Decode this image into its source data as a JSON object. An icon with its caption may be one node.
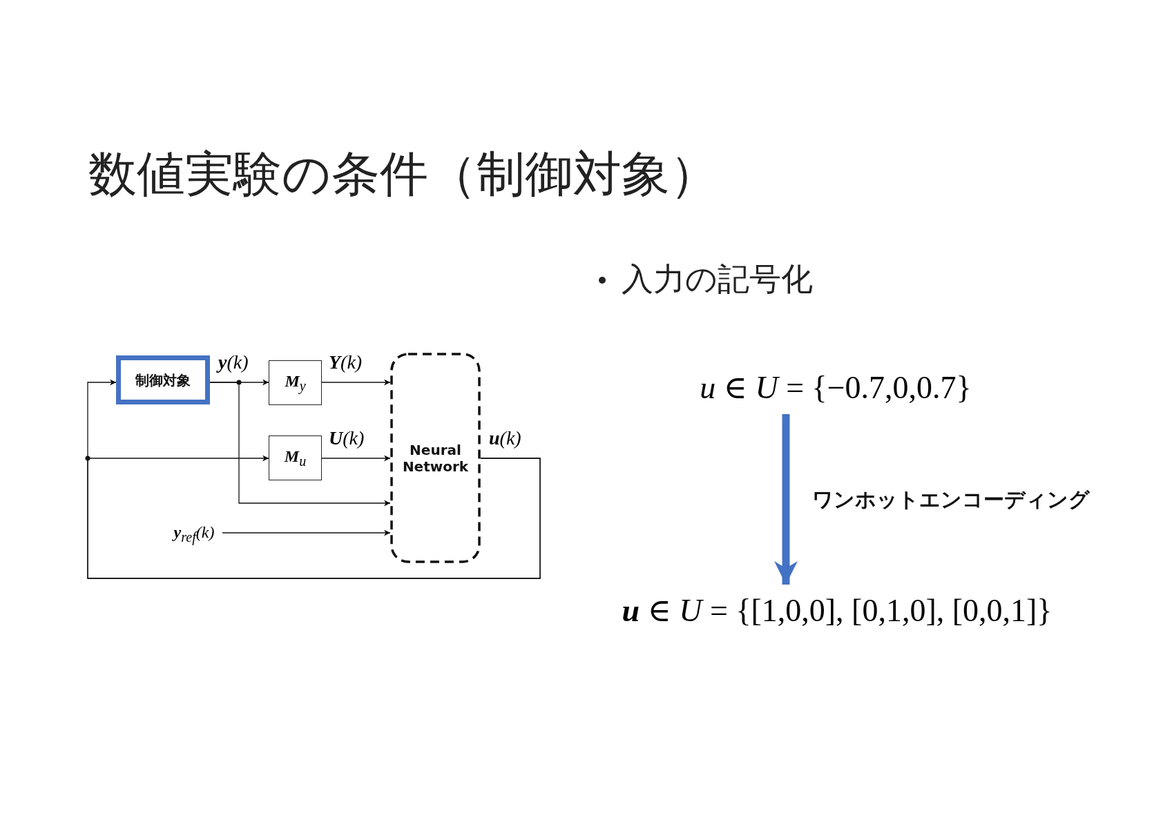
{
  "diagram": {
    "title": "数値実験の条件（制御対象）",
    "nodes": [
      {
        "text": [
          "制御対象"
        ]
      },
      {
        "text": [
          "**M**$_{y}$"
        ]
      },
      {
        "text": [
          "**M**$_{u}$"
        ]
      },
      {
        "text": [
          "Neural Network"
        ]
      },
      {
        "text": [
          "**y**$_{ref}$(k)"
        ]
      },
      {
        "text": [
          "*u* ∈ *U* = {−0.7,0,0.7}"
        ]
      },
      {
        "text": [
          "**u** ∈ *U* = {[1,0,0], [0,1,0], [0,0,1]}"
        ]
      }
    ],
    "edges": [
      {
        "from": 0,
        "to": 1,
        "arrow": "to",
        "label": "**y**(k)"
      },
      {
        "from": 0,
        "to": 3,
        "arrow": "to"
      },
      {
        "from": 1,
        "to": 3,
        "arrow": "to",
        "label": "**Y**(k)"
      },
      {
        "from": 2,
        "to": 3,
        "arrow": "to",
        "label": "**U**(k)"
      },
      {
        "from": 4,
        "to": 3,
        "arrow": "to"
      },
      {
        "from": 3,
        "to": 0,
        "arrow": "to",
        "label": "**u**(k)"
      },
      {
        "from": 3,
        "to": 2,
        "arrow": "to"
      },
      {
        "from": 5,
        "to": 6,
        "arrow": "to",
        "label": "ワンホットエンコーディング",
        "style": "thick",
        "color": "#4472c4"
      }
    ],
    "labels": [
      "入力の記号化"
    ]
  }
}
